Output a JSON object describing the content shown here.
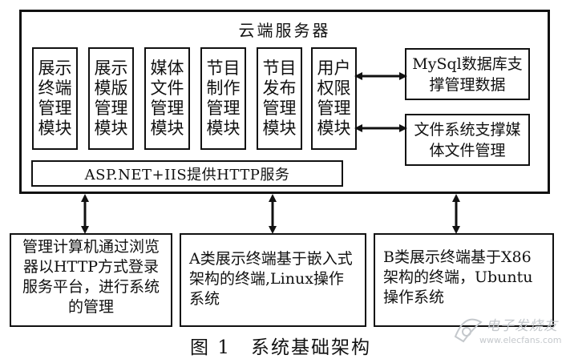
{
  "server": {
    "title": "云端服务器",
    "modules": [
      "展示终端管理模块",
      "展示模版管理模块",
      "媒体文件管理模块",
      "节目制作管理模块",
      "节目发布管理模块",
      "用户权限管理模块"
    ],
    "database": "MySql数据库支撑管理数据",
    "filesystem": "文件系统支撑媒体文件管理",
    "http_service": "ASP.NET+IIS提供HTTP服务"
  },
  "clients": {
    "admin": "管理计算机通过浏览器以HTTP方式登录服务平台，进行系统的管理",
    "type_a": "A类展示终端基于嵌入式架构的终端,Linux操作系统",
    "type_b": "B类展示终端基于X86架构的终端，Ubuntu操作系统"
  },
  "caption": "图 1　系统基础架构",
  "watermark": {
    "text": "电子发烧友",
    "url": "www.elecfans.com"
  }
}
